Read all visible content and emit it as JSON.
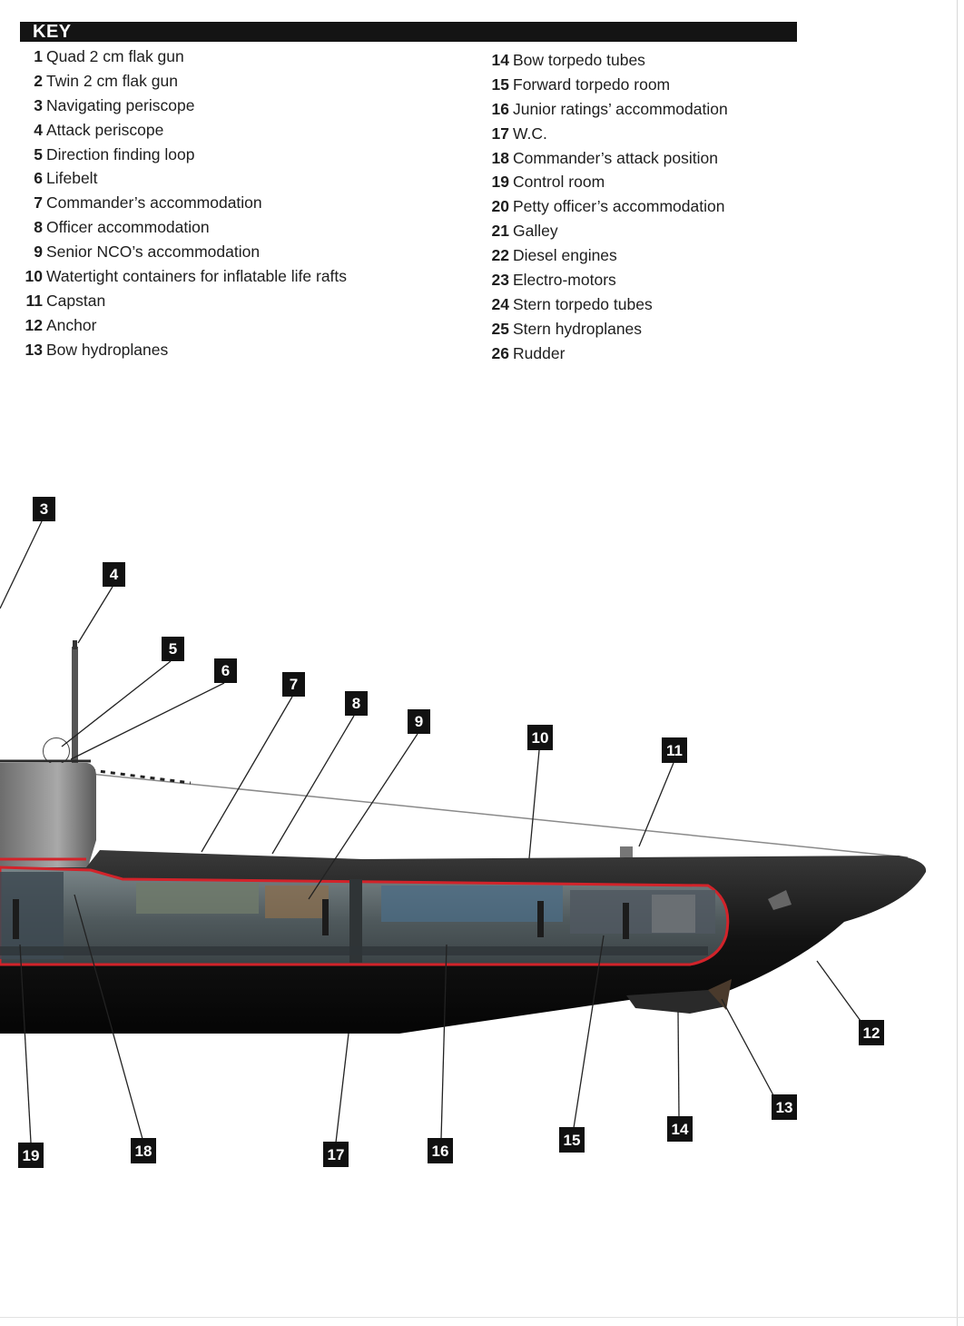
{
  "key": {
    "title": "KEY",
    "left_column": [
      {
        "num": "1",
        "label": "Quad 2 cm flak gun"
      },
      {
        "num": "2",
        "label": "Twin 2 cm flak gun"
      },
      {
        "num": "3",
        "label": "Navigating periscope"
      },
      {
        "num": "4",
        "label": "Attack periscope"
      },
      {
        "num": "5",
        "label": "Direction finding loop"
      },
      {
        "num": "6",
        "label": "Lifebelt"
      },
      {
        "num": "7",
        "label": "Commander’s accommodation"
      },
      {
        "num": "8",
        "label": "Officer accommodation"
      },
      {
        "num": "9",
        "label": "Senior NCO’s accommodation"
      },
      {
        "num": "10",
        "label": "Watertight containers for inflatable life rafts"
      },
      {
        "num": "11",
        "label": "Capstan"
      },
      {
        "num": "12",
        "label": "Anchor"
      },
      {
        "num": "13",
        "label": "Bow hydroplanes"
      }
    ],
    "right_column": [
      {
        "num": "14",
        "label": "Bow torpedo tubes"
      },
      {
        "num": "15",
        "label": "Forward torpedo room"
      },
      {
        "num": "16",
        "label": "Junior ratings’ accommodation"
      },
      {
        "num": "17",
        "label": "W.C."
      },
      {
        "num": "18",
        "label": "Commander’s attack position"
      },
      {
        "num": "19",
        "label": "Control room"
      },
      {
        "num": "20",
        "label": "Petty officer’s accommodation"
      },
      {
        "num": "21",
        "label": "Galley"
      },
      {
        "num": "22",
        "label": "Diesel engines"
      },
      {
        "num": "23",
        "label": "Electro-motors"
      },
      {
        "num": "24",
        "label": "Stern torpedo tubes"
      },
      {
        "num": "25",
        "label": "Stern hydroplanes"
      },
      {
        "num": "26",
        "label": "Rudder"
      }
    ]
  },
  "callouts": [
    "3",
    "4",
    "5",
    "6",
    "7",
    "8",
    "9",
    "10",
    "11",
    "12",
    "13",
    "14",
    "15",
    "16",
    "17",
    "18",
    "19"
  ],
  "colors": {
    "hull": "#1a1a1a",
    "hull_outline": "#d2232a",
    "interior": "#5a6366",
    "callout_box": "#111111",
    "leader_line": "#222222"
  }
}
